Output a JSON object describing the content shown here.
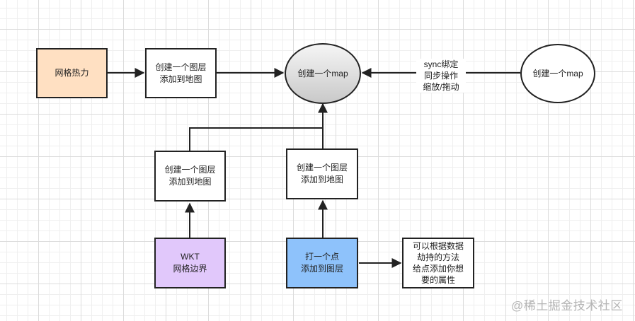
{
  "nodes": {
    "grid_heat": {
      "label": "网格热力",
      "fill": "#ffe0c2"
    },
    "layer_top": {
      "label": "创建一个图层\n添加到地图",
      "fill": "#ffffff"
    },
    "map_main": {
      "label": "创建一个map",
      "fill_top": "#f5f5f5",
      "fill_bottom": "#c9c9c9"
    },
    "map_sync": {
      "label": "创建一个map",
      "fill": "#ffffff"
    },
    "layer_left": {
      "label": "创建一个图层\n添加到地图",
      "fill": "#ffffff"
    },
    "layer_mid": {
      "label": "创建一个图层\n添加到地图",
      "fill": "#ffffff"
    },
    "wkt_border": {
      "label": "WKT\n网格边界",
      "fill": "#e1c8fb"
    },
    "point": {
      "label": "打一个点\n添加到图层",
      "fill": "#8ec2fb"
    },
    "note": {
      "label": "可以根据数据\n劫持的方法\n给点添加你想\n要的属性",
      "fill": "#ffffff"
    }
  },
  "edges": [
    {
      "from": "grid_heat",
      "to": "layer_top",
      "label": ""
    },
    {
      "from": "layer_top",
      "to": "map_main",
      "label": ""
    },
    {
      "from": "map_sync",
      "to": "map_main",
      "label": "sync绑定\n同步操作\n缩放/拖动"
    },
    {
      "from": "layer_left",
      "to": "map_main",
      "label": ""
    },
    {
      "from": "layer_mid",
      "to": "map_main",
      "label": ""
    },
    {
      "from": "wkt_border",
      "to": "layer_left",
      "label": ""
    },
    {
      "from": "point",
      "to": "layer_mid",
      "label": ""
    },
    {
      "from": "point",
      "to": "note",
      "label": ""
    }
  ],
  "sync_label": "sync绑定\n同步操作\n缩放/拖动",
  "watermark": "@稀土掘金技术社区",
  "colors": {
    "stroke": "#222222"
  }
}
